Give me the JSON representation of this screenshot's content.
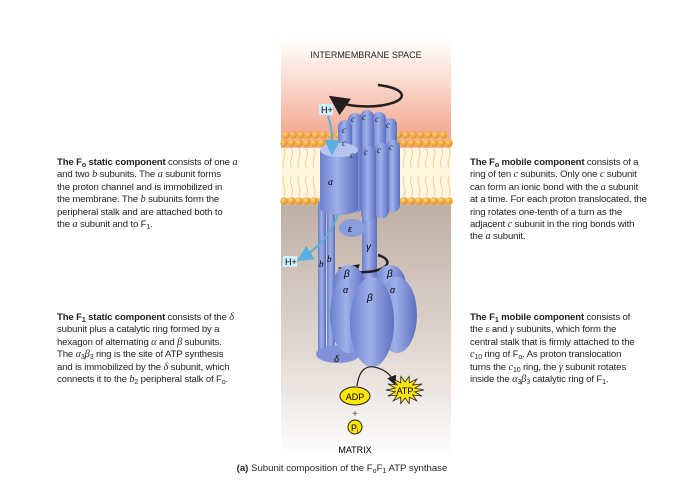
{
  "labels": {
    "intermembrane": "INTERMEMBRANE SPACE",
    "matrix": "MATRIX",
    "h_plus_top": "H+",
    "h_plus_bottom": "H+",
    "a": "a",
    "c": "c",
    "b1": "b",
    "b2": "b",
    "epsilon": "ε",
    "gamma": "γ",
    "alpha": "α",
    "beta": "β",
    "delta": "δ",
    "adp": "ADP",
    "plus": "+",
    "pi": "P",
    "pi_sub": "i",
    "atp": "ATP"
  },
  "blocks": {
    "fo_static": [
      [
        "The F",
        "b"
      ],
      [
        "o",
        "bsub"
      ],
      [
        " static component",
        "b"
      ],
      [
        " consists of one ",
        ""
      ],
      [
        "a",
        "i"
      ],
      [
        "\nand two ",
        ""
      ],
      [
        "b",
        "i"
      ],
      [
        " subunits. The ",
        ""
      ],
      [
        "a",
        "i"
      ],
      [
        " subunit forms\nthe proton channel and is immobilized in\nthe membrane. The ",
        ""
      ],
      [
        "b",
        "i"
      ],
      [
        " subunits form the\nperipheral stalk and are attached both to\nthe ",
        ""
      ],
      [
        "a",
        "i"
      ],
      [
        " subunit and to F",
        ""
      ],
      [
        "1",
        "sub"
      ],
      [
        ".",
        ""
      ]
    ],
    "f1_static": [
      [
        "The F",
        "b"
      ],
      [
        "1",
        "bsub"
      ],
      [
        " static component",
        "b"
      ],
      [
        " consists of the ",
        ""
      ],
      [
        "δ",
        "i"
      ],
      [
        "\nsubunit plus a catalytic ring formed by a\nhexagon of alternating ",
        ""
      ],
      [
        "α",
        "i"
      ],
      [
        " and ",
        ""
      ],
      [
        "β",
        "i"
      ],
      [
        " subunits.\nThe ",
        ""
      ],
      [
        "α",
        "i"
      ],
      [
        "3",
        "sub"
      ],
      [
        "β",
        "i"
      ],
      [
        "3",
        "sub"
      ],
      [
        " ring is the site of ATP synthesis\nand is immobilized by the ",
        ""
      ],
      [
        "δ",
        "i"
      ],
      [
        " subunit, which\nconnects it to the ",
        ""
      ],
      [
        "b",
        "i"
      ],
      [
        "2",
        "sub"
      ],
      [
        " peripheral stalk of F",
        ""
      ],
      [
        "o",
        "sub"
      ],
      [
        ".",
        ""
      ]
    ],
    "fo_mobile": [
      [
        "The F",
        "b"
      ],
      [
        "o",
        "bsub"
      ],
      [
        " mobile component",
        "b"
      ],
      [
        " consists of a\nring of ten ",
        ""
      ],
      [
        "c",
        "i"
      ],
      [
        " subunits. Only one ",
        ""
      ],
      [
        "c",
        "i"
      ],
      [
        " subunit\ncan form an ionic bond with the ",
        ""
      ],
      [
        "a",
        "i"
      ],
      [
        " subunit\nat a time. For each proton translocated, the\nring rotates one-tenth of a turn as the\nadjacent ",
        ""
      ],
      [
        "c",
        "i"
      ],
      [
        " subunit in the ring bonds with\nthe ",
        ""
      ],
      [
        "a",
        "i"
      ],
      [
        " subunit.",
        ""
      ]
    ],
    "f1_mobile": [
      [
        "The F",
        "b"
      ],
      [
        "1",
        "bsub"
      ],
      [
        " mobile component",
        "b"
      ],
      [
        " consists of\nthe ",
        ""
      ],
      [
        "ε",
        "i"
      ],
      [
        " and ",
        ""
      ],
      [
        "γ",
        "i"
      ],
      [
        " subunits, which form the\ncentral stalk that is firmly attached to the\n",
        ""
      ],
      [
        "c",
        "i"
      ],
      [
        "10",
        "sub"
      ],
      [
        " ring of F",
        ""
      ],
      [
        "o",
        "sub"
      ],
      [
        ". As proton translocation\nturns the ",
        ""
      ],
      [
        "c",
        "i"
      ],
      [
        "10",
        "sub"
      ],
      [
        " ring, the ",
        ""
      ],
      [
        "γ",
        "i"
      ],
      [
        " subunit rotates\ninside the ",
        ""
      ],
      [
        "α",
        "i"
      ],
      [
        "3",
        "sub"
      ],
      [
        "β",
        "i"
      ],
      [
        "3",
        "sub"
      ],
      [
        " catalytic ring of F",
        ""
      ],
      [
        "1",
        "sub"
      ],
      [
        ".",
        ""
      ]
    ]
  },
  "caption": {
    "prefix": "(a)",
    "text1": " Subunit composition of the F",
    "sub1": "o",
    "text2": "F",
    "sub2": "1",
    "text3": " ATP synthase"
  },
  "colors": {
    "protein": "#7f93d6",
    "protein_dark": "#5a6fbd",
    "lipid": "#f5a623",
    "adp": "#ffe500",
    "proton_arrow": "#5aaee0"
  }
}
